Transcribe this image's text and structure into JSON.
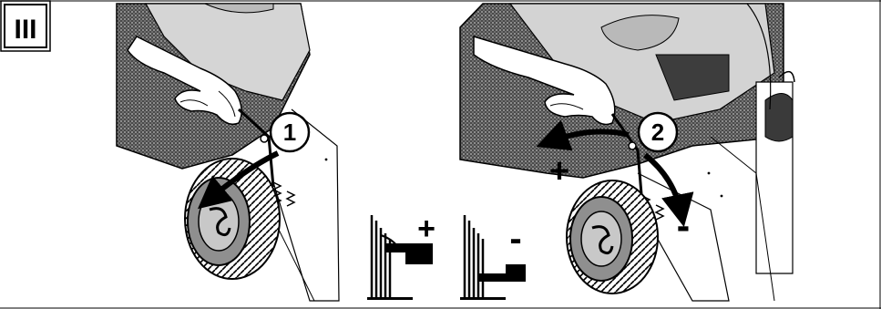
{
  "figure": {
    "section_badge": "III",
    "steps": [
      {
        "number": "1"
      },
      {
        "number": "2"
      }
    ],
    "adjust_signs": {
      "raise": "+",
      "lower": "-"
    },
    "legend_signs": {
      "higher": "+",
      "lower": "-"
    },
    "colors": {
      "line": "#000000",
      "deck_dark": "#3a3a3a",
      "deck_light": "#d9d9d9",
      "background": "#ffffff"
    },
    "icons": [
      "height-higher-icon",
      "height-lower-icon",
      "curved-arrow-icon",
      "wheel-icon",
      "hand-icon"
    ]
  }
}
